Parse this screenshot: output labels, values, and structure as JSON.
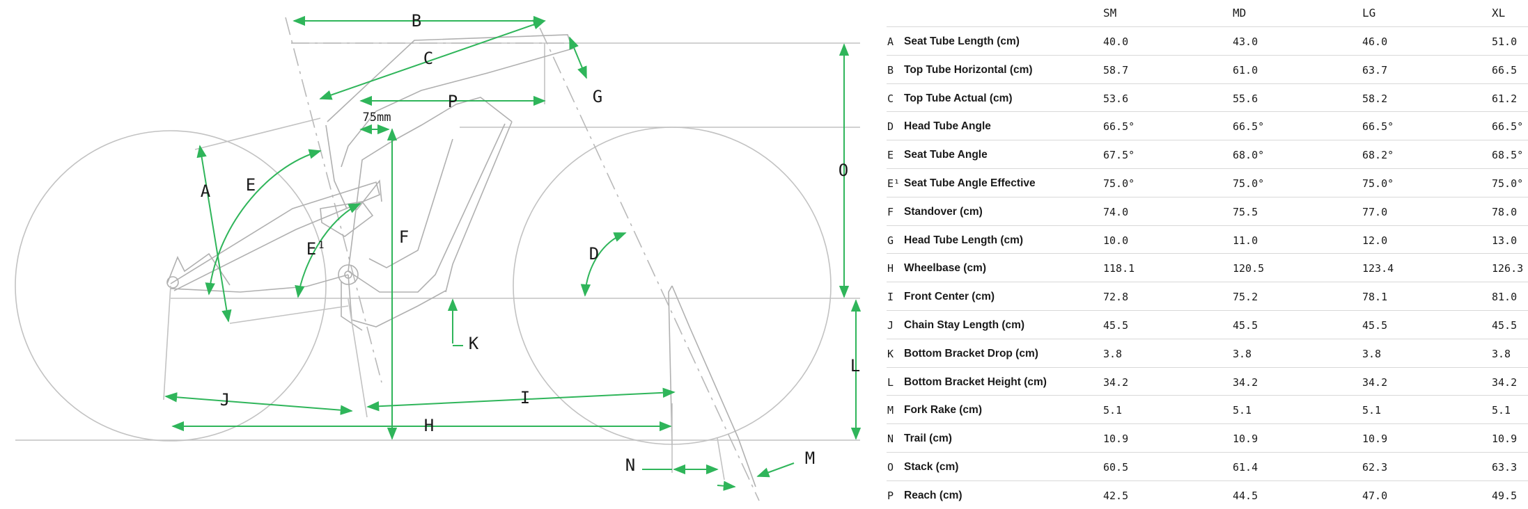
{
  "diagram": {
    "labels": {
      "A": "A",
      "B": "B",
      "C": "C",
      "D": "D",
      "E": "E",
      "E1_base": "E",
      "E1_sup": "1",
      "F": "F",
      "G": "G",
      "H": "H",
      "I": "I",
      "J": "J",
      "K": "K",
      "L": "L",
      "M": "M",
      "N": "N",
      "O": "O",
      "P": "P"
    },
    "fixed_offset_label": "75mm",
    "line_color": "#c2c2c2",
    "arrow_color": "#2fb55a"
  },
  "table": {
    "sizes": [
      "SM",
      "MD",
      "LG",
      "XL"
    ],
    "rows": [
      {
        "letter": "A",
        "name": "Seat Tube Length (cm)",
        "values": [
          "40.0",
          "43.0",
          "46.0",
          "51.0"
        ]
      },
      {
        "letter": "B",
        "name": "Top Tube Horizontal (cm)",
        "values": [
          "58.7",
          "61.0",
          "63.7",
          "66.5"
        ]
      },
      {
        "letter": "C",
        "name": "Top Tube Actual (cm)",
        "values": [
          "53.6",
          "55.6",
          "58.2",
          "61.2"
        ]
      },
      {
        "letter": "D",
        "name": "Head Tube Angle",
        "values": [
          "66.5°",
          "66.5°",
          "66.5°",
          "66.5°"
        ]
      },
      {
        "letter": "E",
        "name": "Seat Tube Angle",
        "values": [
          "67.5°",
          "68.0°",
          "68.2°",
          "68.5°"
        ]
      },
      {
        "letter": "E¹",
        "name": "Seat Tube Angle Effective",
        "values": [
          "75.0°",
          "75.0°",
          "75.0°",
          "75.0°"
        ]
      },
      {
        "letter": "F",
        "name": "Standover (cm)",
        "values": [
          "74.0",
          "75.5",
          "77.0",
          "78.0"
        ]
      },
      {
        "letter": "G",
        "name": "Head Tube Length (cm)",
        "values": [
          "10.0",
          "11.0",
          "12.0",
          "13.0"
        ]
      },
      {
        "letter": "H",
        "name": "Wheelbase (cm)",
        "values": [
          "118.1",
          "120.5",
          "123.4",
          "126.3"
        ]
      },
      {
        "letter": "I",
        "name": "Front Center (cm)",
        "values": [
          "72.8",
          "75.2",
          "78.1",
          "81.0"
        ]
      },
      {
        "letter": "J",
        "name": "Chain Stay Length (cm)",
        "values": [
          "45.5",
          "45.5",
          "45.5",
          "45.5"
        ]
      },
      {
        "letter": "K",
        "name": "Bottom Bracket Drop (cm)",
        "values": [
          "3.8",
          "3.8",
          "3.8",
          "3.8"
        ]
      },
      {
        "letter": "L",
        "name": "Bottom Bracket Height (cm)",
        "values": [
          "34.2",
          "34.2",
          "34.2",
          "34.2"
        ]
      },
      {
        "letter": "M",
        "name": "Fork Rake (cm)",
        "values": [
          "5.1",
          "5.1",
          "5.1",
          "5.1"
        ]
      },
      {
        "letter": "N",
        "name": "Trail (cm)",
        "values": [
          "10.9",
          "10.9",
          "10.9",
          "10.9"
        ]
      },
      {
        "letter": "O",
        "name": "Stack (cm)",
        "values": [
          "60.5",
          "61.4",
          "62.3",
          "63.3"
        ]
      },
      {
        "letter": "P",
        "name": "Reach (cm)",
        "values": [
          "42.5",
          "44.5",
          "47.0",
          "49.5"
        ]
      }
    ]
  }
}
